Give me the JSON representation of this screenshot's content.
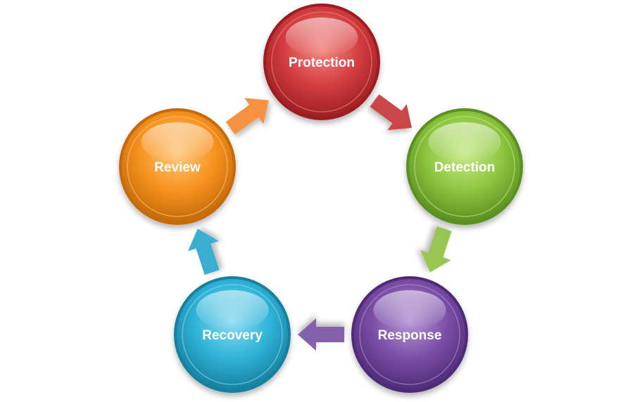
{
  "diagram": {
    "nodes": [
      {
        "id": "protection",
        "label": "Protection",
        "color": "#d43d40",
        "edge": "#9c1f22",
        "light": "#f28a84"
      },
      {
        "id": "detection",
        "label": "Detection",
        "color": "#8dc63f",
        "edge": "#5c8f21",
        "light": "#c8ea8a"
      },
      {
        "id": "response",
        "label": "Response",
        "color": "#7b4ea6",
        "edge": "#4f2c78",
        "light": "#b596d6"
      },
      {
        "id": "recovery",
        "label": "Recovery",
        "color": "#2fb3d8",
        "edge": "#17809f",
        "light": "#8fdcf2"
      },
      {
        "id": "review",
        "label": "Review",
        "color": "#f7921e",
        "edge": "#c46a0a",
        "light": "#ffc982"
      }
    ],
    "arrows": [
      {
        "from": "protection",
        "to": "detection",
        "color": "#c9474a"
      },
      {
        "from": "detection",
        "to": "response",
        "color": "#98c653"
      },
      {
        "from": "response",
        "to": "recovery",
        "color": "#8461ad"
      },
      {
        "from": "recovery",
        "to": "review",
        "color": "#3aaecf"
      },
      {
        "from": "review",
        "to": "protection",
        "color": "#f59140"
      }
    ]
  }
}
